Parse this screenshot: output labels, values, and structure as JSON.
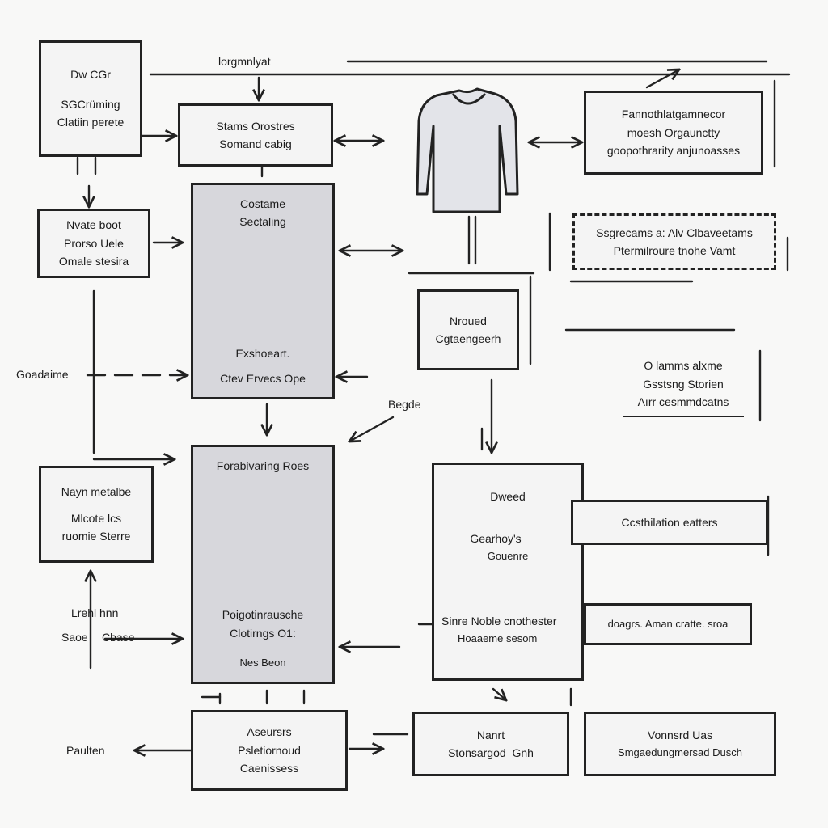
{
  "colors": {
    "ink": "#222222",
    "garment_red": "#f27466",
    "garment_red_dark": "#e4594c",
    "shirt_gray": "#e3e4e9",
    "tall_box_fill": "#d7d7dc"
  },
  "nodes": {
    "top_left": [
      "Dw CGr",
      "SGCrüming",
      "Clatiin perete"
    ],
    "top_center": [
      "Stams Orostres",
      "Somand cabig"
    ],
    "top_right": [
      "Fannothlatgamnecor",
      "moesh Orgaunctty",
      "goopothrarity anjunoasses"
    ],
    "mid_left": [
      "Nvate boot",
      "Prorso Uele",
      "Omale stesira"
    ],
    "tall_upper": [
      "Costame",
      "Sectaling",
      "Exshoeart.",
      "Ctev Ervecs Ope"
    ],
    "mid_right": [
      "Ssgrecams a:",
      "Alv",
      "Clbaveetams",
      "Ptermilroure tnohe Vamt"
    ],
    "center_small": [
      "Nroued",
      "Cgtaengeerh"
    ],
    "right_note": [
      "O lamms alxme",
      "Gsstsng Storien",
      "Aırr cesmmdcatns"
    ],
    "bottom_left": [
      "Nayn metalbe",
      "Mlcote lcs",
      "ruomie Sterre"
    ],
    "tall_lower": [
      "Forabivaring Roes",
      "Poigotinrausche",
      "Clotirngs O1:",
      "Nes Beon"
    ],
    "dweed_block": [
      "Dweed",
      "Gearhoy's",
      "Gouenre"
    ],
    "cestation": [
      "Ccsthilation eatters"
    ],
    "sinne_row": [
      "Sinre Noble cnothester",
      "doagrs. Aman cratte. sroa",
      "Hoaaeme sesom"
    ],
    "bottom_center": [
      "Aseursrs",
      "Psletiornoud",
      "Caenissess"
    ],
    "bottom_mid": [
      "Nanrt",
      "Stonsargod",
      "Gnh"
    ],
    "bottom_right": [
      "Vonnsrd Uas",
      "Smgaedungmersad Dusch"
    ]
  },
  "labels": {
    "top_line": "lorgmnlyat",
    "goadaime": "Goadaime",
    "begde": "Begde",
    "lrehl": "Lrehl hnn",
    "saoe": "Saoe",
    "cbase": "Cbase",
    "paulten": "Paulten"
  },
  "icons": [
    "long-sleeve-shirt-icon",
    "tank-top-icon",
    "dress-icon"
  ]
}
